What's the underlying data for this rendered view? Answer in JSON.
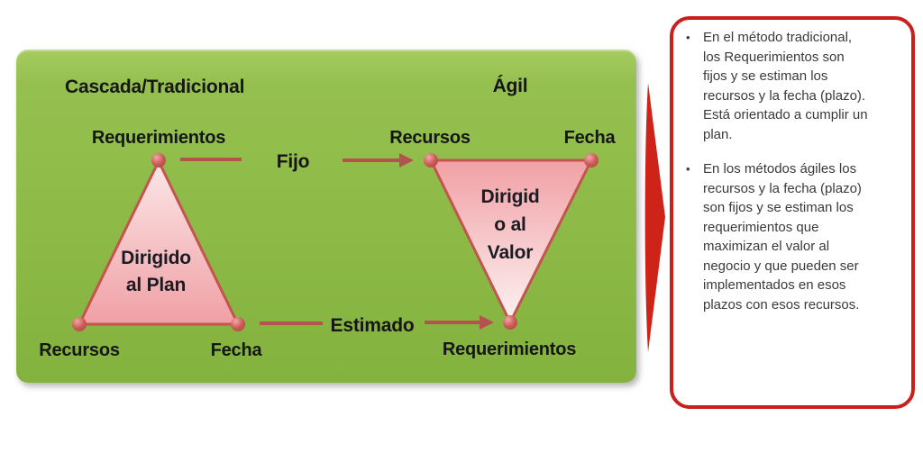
{
  "panel": {
    "left_header": "Cascada/Tradicional",
    "right_header": "Ágil",
    "left_triangle": {
      "top_label": "Requerimientos",
      "bottom_left_label": "Recursos",
      "bottom_right_label": "Fecha",
      "center_label": "Dirigido\nal Plan"
    },
    "right_triangle": {
      "top_left_label": "Recursos",
      "top_right_label": "Fecha",
      "bottom_label": "Requerimientos",
      "center_label": "Dirigid\no al\nValor"
    },
    "top_arrow_label": "Fijo",
    "bottom_arrow_label": "Estimado"
  },
  "notes": {
    "bullet_glyph": "•",
    "bullets": [
      "En el método tradicional,\nlos Requerimientos son\nfijos y se estiman los\nrecursos y la fecha (plazo).\nEstá orientado a cumplir un\nplan.",
      "En los métodos ágiles los\nrecursos y la fecha (plazo)\nson fijos y se estiman los\nrequerimientos que\nmaximizan el valor al\nnegocio y que pueden ser\nimplementados en esos\nplazos con esos recursos."
    ]
  },
  "colors": {
    "panel_green": "#8dba46",
    "triangle_pink": "#f0a0a5",
    "triangle_pink_light": "#fbe7e8",
    "triangle_border": "#c4544e",
    "arrow_brick": "#b5514e",
    "pointer_red": "#ce2318",
    "callout_border": "#c9201d",
    "label_text": "#161616",
    "note_text": "#3a3a3a"
  }
}
